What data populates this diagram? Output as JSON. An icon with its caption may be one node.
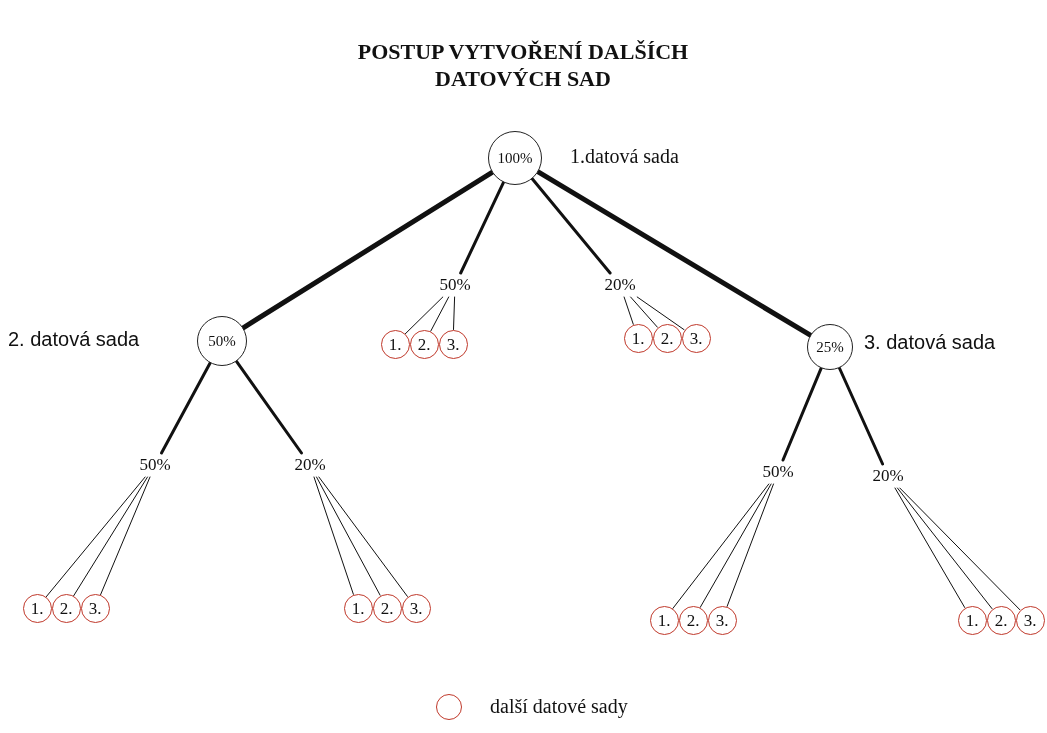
{
  "diagram": {
    "title": "POSTUP VYTVOŘENÍ DALŠÍCH DATOVÝCH SAD",
    "nodes": [
      {
        "text": [
          "100%"
        ],
        "beside": [
          "1.datová sada"
        ]
      },
      {
        "text": [
          "50%"
        ],
        "beside": [
          "2. datová sada"
        ]
      },
      {
        "text": [
          "50%"
        ]
      },
      {
        "text": [
          "20%"
        ]
      },
      {
        "text": [
          "25%"
        ],
        "beside": [
          "3. datová sada"
        ]
      },
      {
        "text": [
          "1."
        ]
      },
      {
        "text": [
          "2."
        ]
      },
      {
        "text": [
          "3."
        ]
      },
      {
        "text": [
          "1."
        ]
      },
      {
        "text": [
          "2."
        ]
      },
      {
        "text": [
          "3."
        ]
      },
      {
        "text": [
          "50%"
        ]
      },
      {
        "text": [
          "20%"
        ]
      },
      {
        "text": [
          "1."
        ]
      },
      {
        "text": [
          "2."
        ]
      },
      {
        "text": [
          "3."
        ]
      },
      {
        "text": [
          "1."
        ]
      },
      {
        "text": [
          "2."
        ]
      },
      {
        "text": [
          "3."
        ]
      },
      {
        "text": [
          "50%"
        ]
      },
      {
        "text": [
          "20%"
        ]
      },
      {
        "text": [
          "1."
        ]
      },
      {
        "text": [
          "2."
        ]
      },
      {
        "text": [
          "3."
        ]
      },
      {
        "text": [
          "1."
        ]
      },
      {
        "text": [
          "2."
        ]
      },
      {
        "text": [
          "3."
        ]
      }
    ],
    "edges": [
      {
        "from": 0,
        "to": 1,
        "arrow": "none",
        "style": "thick"
      },
      {
        "from": 0,
        "to": 2,
        "arrow": "none",
        "style": "thick"
      },
      {
        "from": 0,
        "to": 3,
        "arrow": "none",
        "style": "thick"
      },
      {
        "from": 0,
        "to": 4,
        "arrow": "none",
        "style": "thick"
      },
      {
        "from": 2,
        "to": 5,
        "arrow": "none"
      },
      {
        "from": 2,
        "to": 6,
        "arrow": "none"
      },
      {
        "from": 2,
        "to": 7,
        "arrow": "none"
      },
      {
        "from": 3,
        "to": 8,
        "arrow": "none"
      },
      {
        "from": 3,
        "to": 9,
        "arrow": "none"
      },
      {
        "from": 3,
        "to": 10,
        "arrow": "none"
      },
      {
        "from": 1,
        "to": 11,
        "arrow": "none",
        "style": "thick"
      },
      {
        "from": 1,
        "to": 12,
        "arrow": "none",
        "style": "thick"
      },
      {
        "from": 11,
        "to": 13,
        "arrow": "none"
      },
      {
        "from": 11,
        "to": 14,
        "arrow": "none"
      },
      {
        "from": 11,
        "to": 15,
        "arrow": "none"
      },
      {
        "from": 12,
        "to": 16,
        "arrow": "none"
      },
      {
        "from": 12,
        "to": 17,
        "arrow": "none"
      },
      {
        "from": 12,
        "to": 18,
        "arrow": "none"
      },
      {
        "from": 4,
        "to": 19,
        "arrow": "none",
        "style": "thick"
      },
      {
        "from": 4,
        "to": 20,
        "arrow": "none",
        "style": "thick"
      },
      {
        "from": 19,
        "to": 21,
        "arrow": "none"
      },
      {
        "from": 19,
        "to": 22,
        "arrow": "none"
      },
      {
        "from": 19,
        "to": 23,
        "arrow": "none"
      },
      {
        "from": 20,
        "to": 24,
        "arrow": "none"
      },
      {
        "from": 20,
        "to": 25,
        "arrow": "none"
      },
      {
        "from": 20,
        "to": 26,
        "arrow": "none"
      }
    ],
    "legend": [
      {
        "text": "další datové sady"
      }
    ]
  }
}
